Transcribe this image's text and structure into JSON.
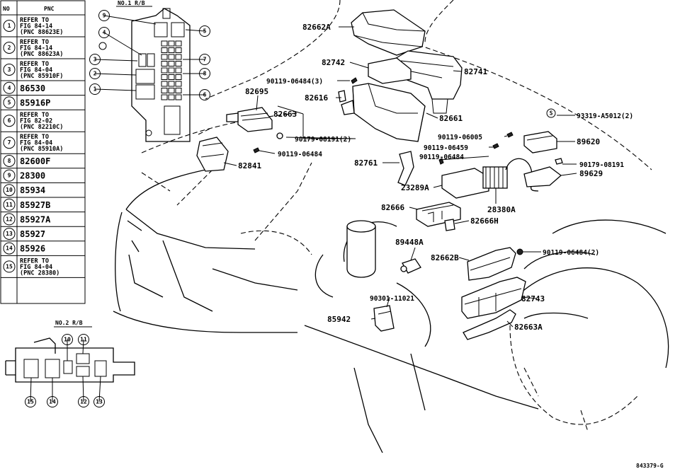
{
  "header": {
    "no_col": "NO",
    "pnc_col": "PNC",
    "rb1_title": "NO.1 R/B",
    "rb2_title": "NO.2 R/B",
    "figure_id": "843379-G"
  },
  "table_rows": [
    {
      "no": "1",
      "lines": [
        "REFER TO",
        "FIG 84-14",
        "(PNC 88623E)"
      ]
    },
    {
      "no": "2",
      "lines": [
        "REFER TO",
        "FIG 84-14",
        "(PNC 88623A)"
      ]
    },
    {
      "no": "3",
      "lines": [
        "REFER TO",
        "FIG 84-04",
        "(PNC 85910F)"
      ]
    },
    {
      "no": "4",
      "pnc": "86530"
    },
    {
      "no": "5",
      "pnc": "85916P"
    },
    {
      "no": "6",
      "lines": [
        "REFER TO",
        "FIG 82-02",
        "(PNC 82210C)"
      ]
    },
    {
      "no": "7",
      "lines": [
        "REFER TO",
        "FIG 84-04",
        "(PNC 85910A)"
      ]
    },
    {
      "no": "8",
      "pnc": "82600F"
    },
    {
      "no": "9",
      "pnc": "28300"
    },
    {
      "no": "10",
      "pnc": "85934"
    },
    {
      "no": "11",
      "pnc": "85927B"
    },
    {
      "no": "12",
      "pnc": "85927A"
    },
    {
      "no": "13",
      "pnc": "85927"
    },
    {
      "no": "14",
      "pnc": "85926"
    },
    {
      "no": "15",
      "lines": [
        "REFER TO",
        "FIG 84-04",
        "(PNC 28380)"
      ]
    }
  ],
  "rb1_callouts": [
    "9",
    "4",
    "3",
    "2",
    "1",
    "5",
    "7",
    "8",
    "6"
  ],
  "rb2_callouts": [
    "10",
    "11",
    "15",
    "14",
    "12",
    "13"
  ],
  "part_labels": {
    "p82662A": "82662A",
    "p82742": "82742",
    "p82741": "82741",
    "p90119_06484_3": "90119-06484(3)",
    "p82616": "82616",
    "p82695": "82695",
    "p82663": "82663",
    "p82661": "82661",
    "s_symbol": "S",
    "p93319": "93319-A5012(2)",
    "p90119_06005": "90119-06005",
    "p90179_08191_2": "90179-08191(2)",
    "p89620": "89620",
    "p90119_06459": "90119-06459",
    "p90119_06484": "90119-06484",
    "p90119_06484_b": "90119-06484",
    "p90179_08191": "90179-08191",
    "p82761": "82761",
    "p89629": "89629",
    "p82841": "82841",
    "p23289A": "23289A",
    "p28380A": "28380A",
    "p82666": "82666",
    "p82666H": "82666H",
    "p89448A": "89448A",
    "p82662B": "82662B",
    "p90119_06484_2": "90119-06484(2)",
    "p82743": "82743",
    "p90301": "90301-11021",
    "p85942": "85942",
    "p82663A": "82663A"
  }
}
